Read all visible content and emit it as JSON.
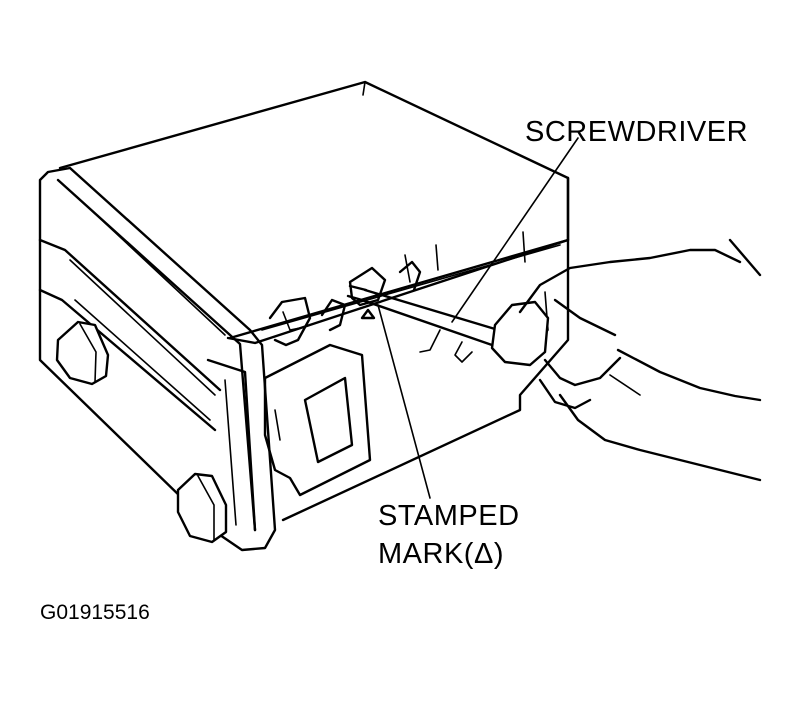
{
  "labels": {
    "screwdriver": "SCREWDRIVER",
    "stamped_mark_line1": "STAMPED",
    "stamped_mark_line2": "MARK(Δ)",
    "figure_id": "G01915516"
  },
  "colors": {
    "line": "#000000",
    "background": "#ffffff"
  }
}
